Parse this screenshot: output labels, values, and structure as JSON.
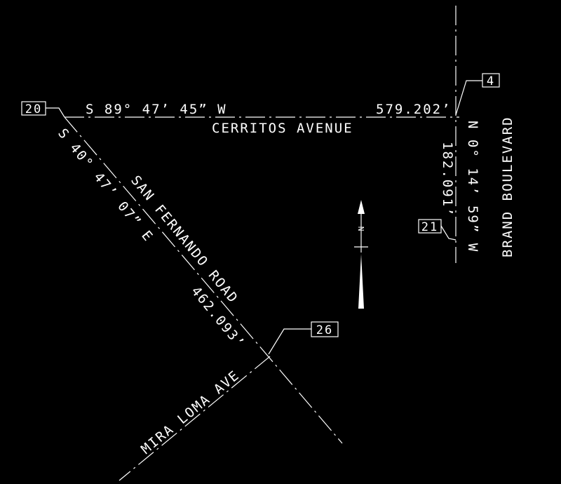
{
  "drawing": {
    "streets": {
      "cerritos": "CERRITOS  AVENUE",
      "brand": "BRAND BOULEVARD",
      "san_fernando": "SAN FERNANDO ROAD",
      "mira_loma": "MIRA LOMA AVE"
    },
    "bearings": {
      "north_line": "S 89° 47’ 45” W",
      "east_line": "N 0° 14’ 59” W",
      "diagonal": "S 40° 47’ 07” E"
    },
    "distances": {
      "north_line": "579.202’",
      "east_line": "182.091’",
      "diagonal": "462.093’"
    },
    "points": {
      "p4": "4",
      "p20": "20",
      "p21": "21",
      "p26": "26"
    },
    "north_arrow_label": "N"
  },
  "colors": {
    "background": "#000000",
    "linework": "#ffffff"
  }
}
